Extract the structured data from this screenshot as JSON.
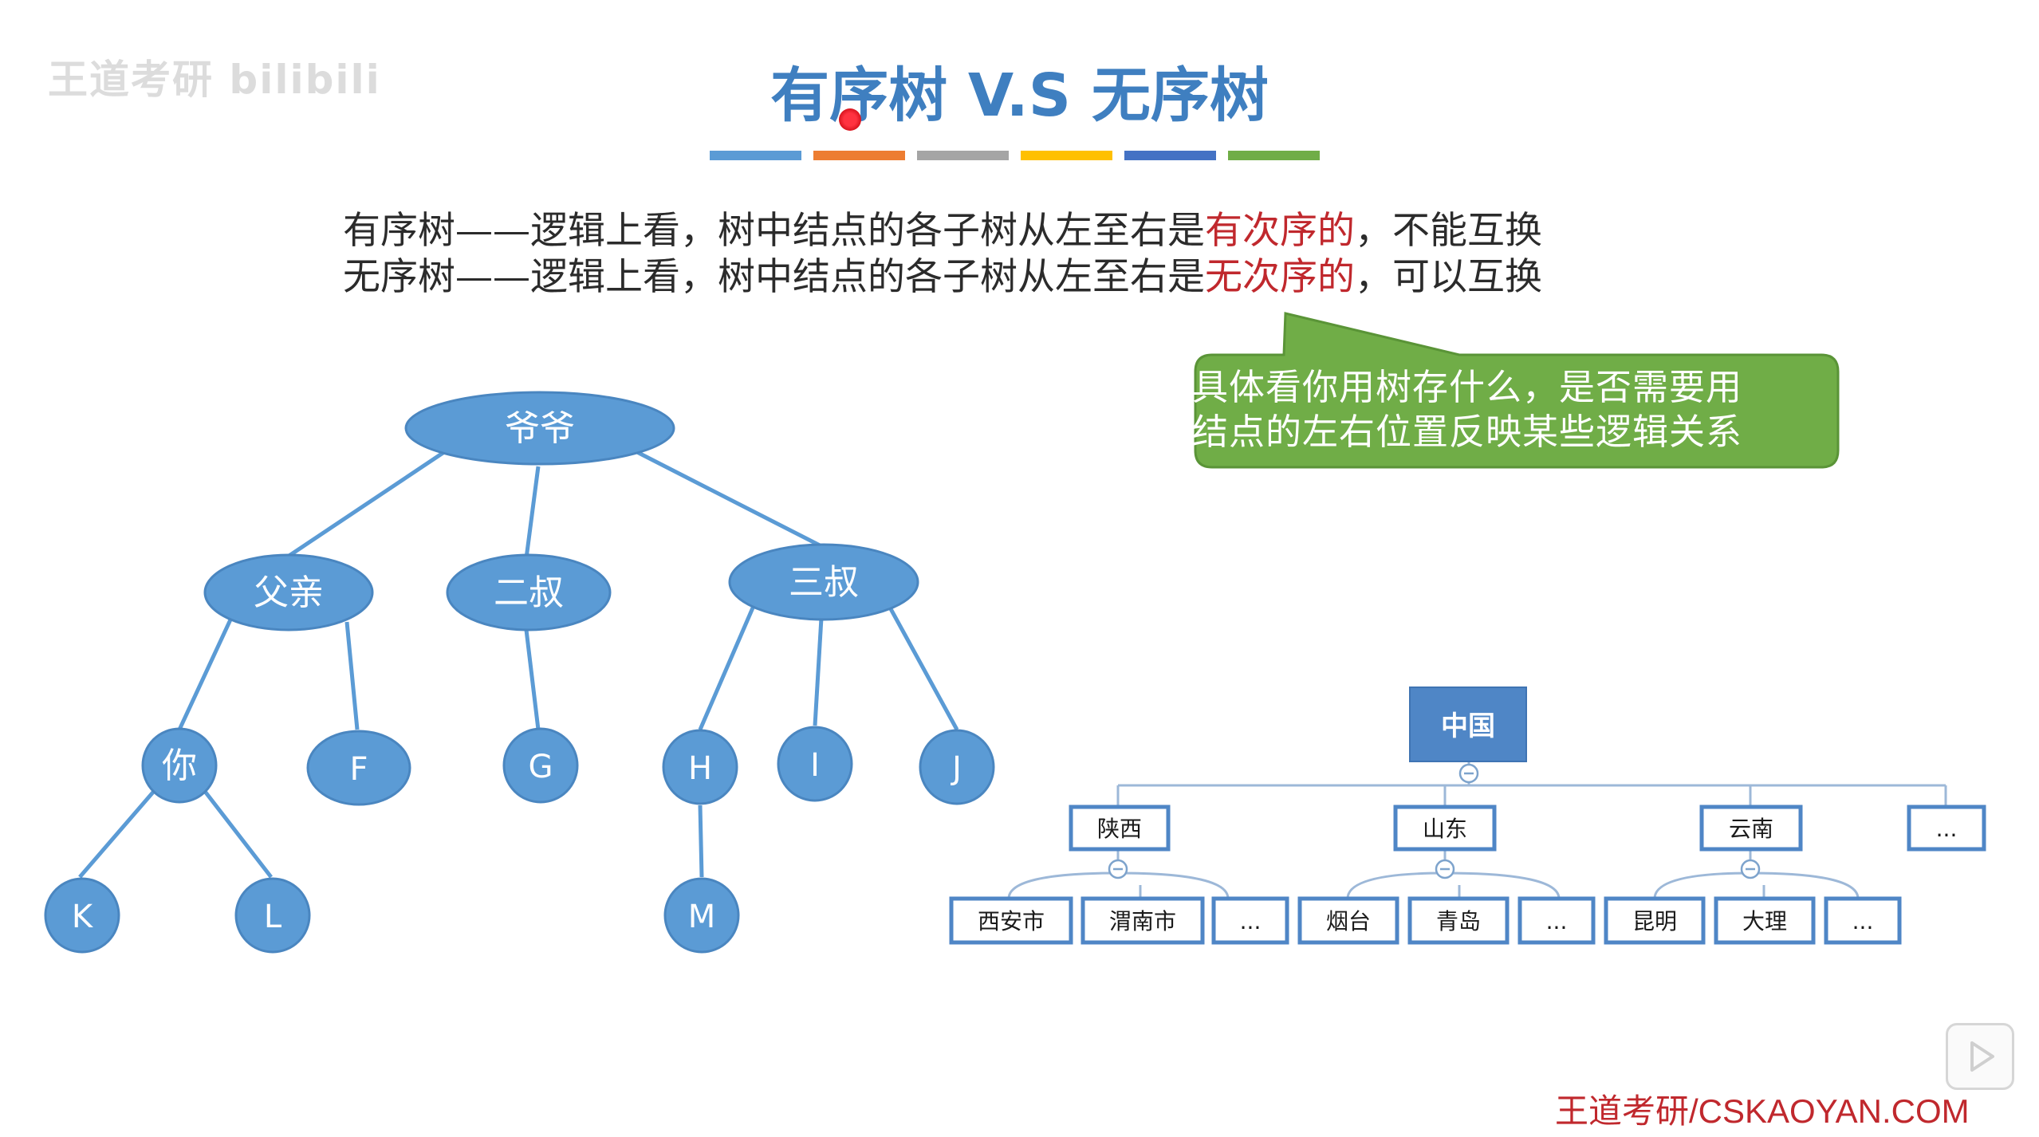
{
  "watermark": {
    "text": "王道考研  bilibili"
  },
  "title": "有序树 V.S 无序树",
  "color_bars": [
    "#5b9bd5",
    "#ed7d31",
    "#a5a5a5",
    "#ffc000",
    "#4472c4",
    "#70ad47"
  ],
  "definitions": {
    "ordered": {
      "prefix": "有序树——逻辑上看，树中结点的各子树从左至右是",
      "highlight": "有次序的",
      "suffix": "，不能互换"
    },
    "unordered": {
      "prefix": "无序树——逻辑上看，树中结点的各子树从左至右是",
      "highlight": "无次序的",
      "suffix": "，可以互换"
    }
  },
  "callout": {
    "line1": "具体看你用树存什么，是否需要用",
    "line2": "结点的左右位置反映某些逻辑关系",
    "color": "#70ad47"
  },
  "family_tree": {
    "node_color": "#5b9bd5",
    "nodes": {
      "root": "爷爷",
      "father": "父亲",
      "uncle2": "二叔",
      "uncle3": "三叔",
      "you": "你",
      "f": "F",
      "g": "G",
      "h": "H",
      "i": "I",
      "j": "J",
      "k": "K",
      "l": "L",
      "m": "M"
    }
  },
  "org_chart": {
    "root": "中国",
    "provinces": [
      "陕西",
      "山东",
      "云南",
      "..."
    ],
    "cities": [
      "西安市",
      "渭南市",
      "...",
      "烟台",
      "青岛",
      "...",
      "昆明",
      "大理",
      "..."
    ],
    "collapse_symbol": "⊖"
  },
  "footer": "王道考研/CSKAOYAN.COM"
}
